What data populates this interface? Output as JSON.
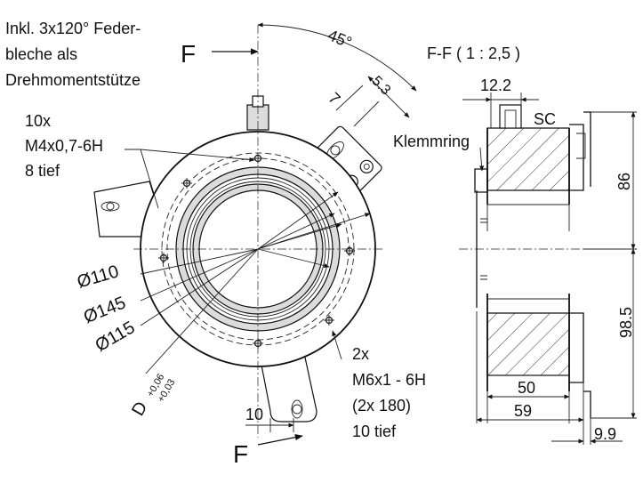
{
  "notes": {
    "feder_line1": "Inkl. 3x120° Feder-",
    "feder_line2": "bleche als",
    "feder_line3": "Drehmomentstütze",
    "thread_a_line1": "10x",
    "thread_a_line2": "M4x0,7-6H",
    "thread_a_line3": "8 tief",
    "thread_b_line1": "2x",
    "thread_b_line2": "M6x1 - 6H",
    "thread_b_line3": "(2x 180)",
    "thread_b_line4": "10 tief"
  },
  "section": {
    "marker_top": "F",
    "marker_bottom": "F",
    "title": "F-F ( 1 : 2,5 )",
    "label_sc": "SC",
    "label_klemmring": "Klemmring"
  },
  "dimensions": {
    "angle": "45°",
    "d_5_3": "5.3",
    "d_7": "7",
    "d_110": "Ø110",
    "d_145": "Ø145",
    "d_115": "Ø115",
    "d_bore": "D",
    "tol_upper": "+0,06",
    "tol_lower": "+0,03",
    "d_10": "10",
    "d_12_2": "12.2",
    "d_86": "86",
    "d_98_5": "98.5",
    "d_50": "50",
    "d_59": "59",
    "d_9_9": "9.9"
  }
}
